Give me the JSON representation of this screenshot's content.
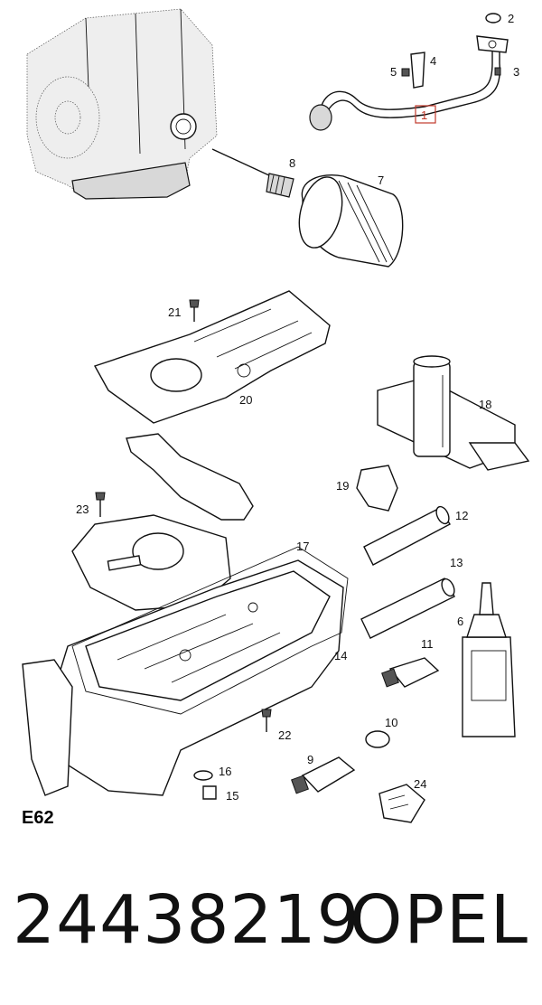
{
  "diagram": {
    "section_code": "E62",
    "callouts": [
      "1",
      "2",
      "3",
      "4",
      "5",
      "6",
      "7",
      "8",
      "9",
      "10",
      "11",
      "12",
      "13",
      "14",
      "15",
      "16",
      "17",
      "18",
      "19",
      "20",
      "21",
      "22",
      "23",
      "24"
    ],
    "highlighted_callout": "1",
    "highlight_color": "#c0392b"
  },
  "footer": {
    "part_number": "24438219",
    "brand": "OPEL"
  }
}
